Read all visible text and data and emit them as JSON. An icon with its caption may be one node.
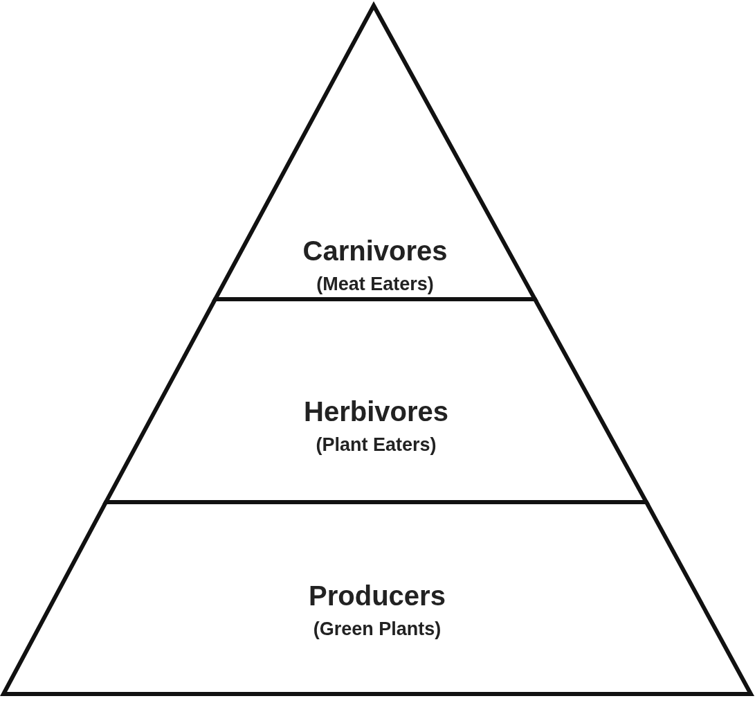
{
  "diagram": {
    "nodes": [
      {
        "text": [
          "Carnivores",
          "(Meat Eaters)"
        ]
      },
      {
        "text": [
          "Herbivores",
          "(Plant Eaters)"
        ]
      },
      {
        "text": [
          "Producers",
          "(Green Plants)"
        ]
      }
    ]
  }
}
